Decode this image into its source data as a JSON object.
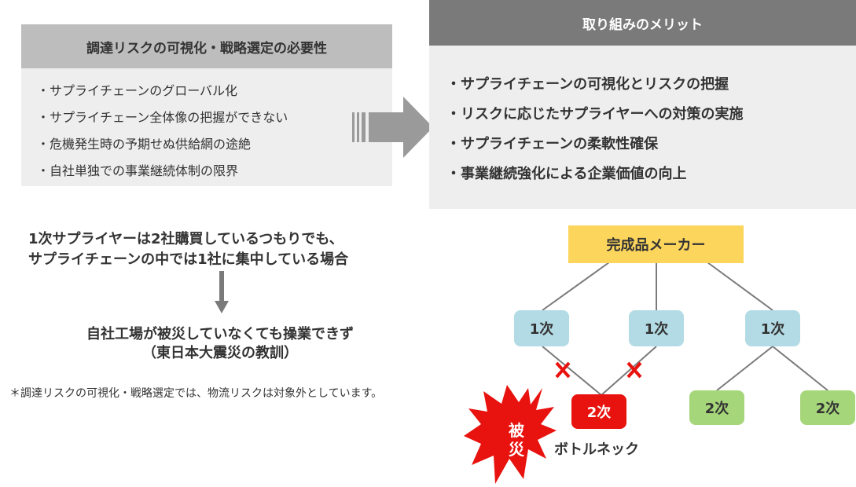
{
  "left_panel": {
    "title": "調達リスクの可視化・戦略選定の必要性",
    "items": [
      "・サプライチェーンのグローバル化",
      "・サプライチェーン全体像の把握ができない",
      "・危機発生時の予期せぬ供給網の途絶",
      "・自社単独での事業継続体制の限界"
    ]
  },
  "right_panel": {
    "title": "取り組みのメリット",
    "items": [
      "・サプライチェーンの可視化とリスクの把握",
      "・リスクに応じたサプライヤーへの対策の実施",
      "・サプライチェーンの柔軟性確保",
      "・事業継続強化による企業価値の向上"
    ]
  },
  "case": {
    "line1": "1次サプライヤーは2社購買しているつもりでも、",
    "line2": "サプライチェーンの中では1社に集中している場合",
    "result1": "自社工場が被災していなくても操業できず",
    "result2": "（東日本大震災の教訓）"
  },
  "footnote": "＊調達リスクの可視化・戦略選定では、物流リスクは対象外としています。",
  "diagram": {
    "maker": "完成品メーカー",
    "tier1_label": "1次",
    "tier2_label": "2次",
    "disaster_char1": "被",
    "disaster_char2": "災",
    "bottleneck": "ボトルネック",
    "colors": {
      "maker": "#fcd55c",
      "tier1": "#b3dbe5",
      "tier2": "#a6d67a",
      "bottleneck": "#e8120e",
      "cross": "#e8120e"
    }
  }
}
